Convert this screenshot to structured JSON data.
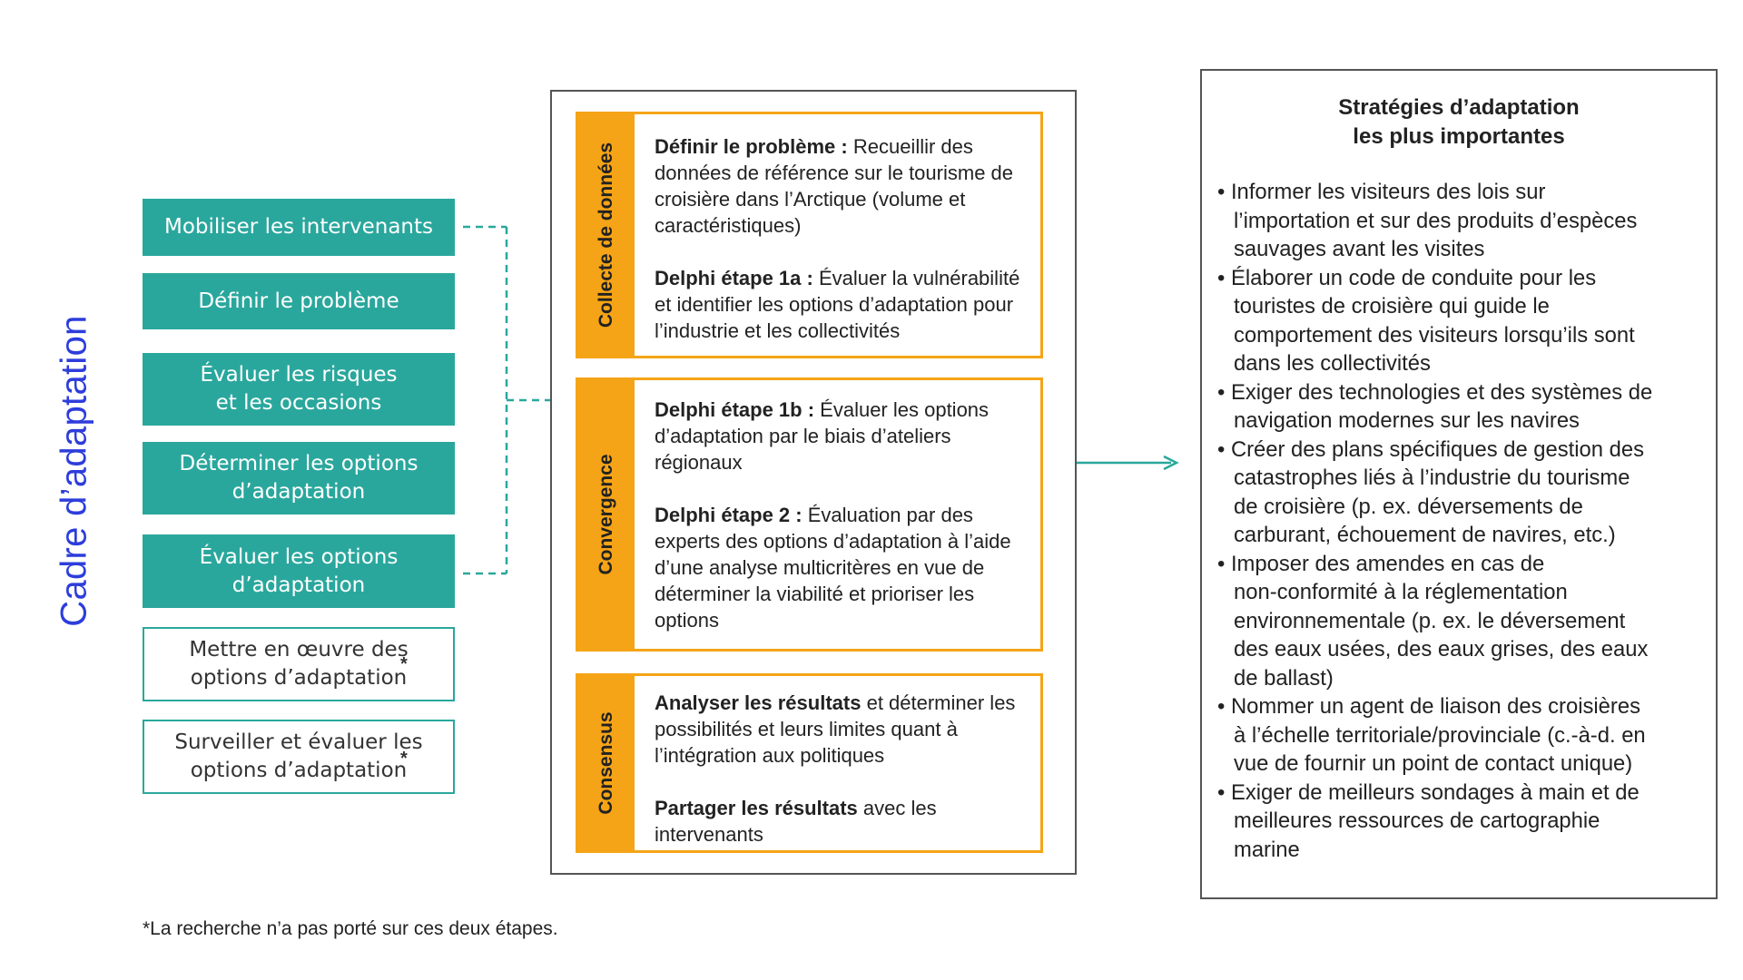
{
  "vertical_title": "Cadre d’adaptation",
  "steps": [
    {
      "label": "Mobiliser les intervenants"
    },
    {
      "label": "Définir le problème"
    },
    {
      "label": "Évaluer les risques\net les occasions"
    },
    {
      "label": "Déterminer les options\nd’adaptation"
    },
    {
      "label": "Évaluer les options\nd’adaptation"
    },
    {
      "label": "Mettre en œuvre des\noptions d’adaptation",
      "star": "*"
    },
    {
      "label": "Surveiller et évaluer les\noptions d’adaptation",
      "star": "*"
    }
  ],
  "phases": [
    {
      "tab": "Collecte de données",
      "paragraphs": [
        {
          "bold": "Définir le problème :",
          "text": " Recueillir des données de référence sur le tourisme de croisière dans l’Arctique (volume et caractéristiques)"
        },
        {
          "bold": "Delphi étape 1a :",
          "text": " Évaluer la vulnérabilité et identifier les options d’adaptation pour l’industrie et les collectivités"
        }
      ]
    },
    {
      "tab": "Convergence",
      "paragraphs": [
        {
          "bold": "Delphi étape 1b :",
          "text": " Évaluer les options d’adaptation par le biais d’ateliers régionaux"
        },
        {
          "bold": "Delphi étape 2 :",
          "text": " Évaluation par des experts des options d’adaptation à l’aide d’une analyse multicritères en vue de déterminer la viabilité et prioriser les options"
        }
      ]
    },
    {
      "tab": "Consensus",
      "paragraphs": [
        {
          "bold": "Analyser les résultats",
          "text": " et déterminer les possibilités et leurs limites quant à l’intégration aux politiques"
        },
        {
          "bold": "Partager les résultats",
          "text": " avec les intervenants"
        }
      ]
    }
  ],
  "strategies": {
    "title": "Stratégies d’adaptation\nles plus importantes",
    "items": [
      "• Informer les visiteurs des lois sur\nl’importation et sur des produits d’espèces\nsauvages avant les visites",
      "• Élaborer un code de conduite pour les\ntouristes de croisière qui guide le\ncomportement des visiteurs lorsqu’ils sont\ndans les collectivités",
      "• Exiger des technologies et des systèmes de\nnavigation modernes sur les navires",
      "• Créer des plans spécifiques de gestion des\ncatastrophes liés à l’industrie du tourisme\nde croisière (p. ex. déversements de\ncarburant, échouement de navires, etc.)",
      "• Imposer des amendes en cas de\nnon-conformité à la réglementation\nenvironnementale (p. ex. le déversement\ndes eaux usées, des eaux grises, des eaux\nde ballast)",
      "• Nommer un agent de liaison des croisières\nà l’échelle territoriale/provinciale (c.-à-d. en\nvue de fournir un point de contact unique)",
      "• Exiger de meilleurs sondages à main et de\nmeilleures ressources de cartographie\nmarine"
    ]
  },
  "footnote": "*La recherche n’a pas porté sur ces deux étapes.",
  "colors": {
    "teal": "#2aa79d",
    "orange": "#f5a417",
    "blue_title": "#2d3ddb",
    "frame": "#555555"
  }
}
